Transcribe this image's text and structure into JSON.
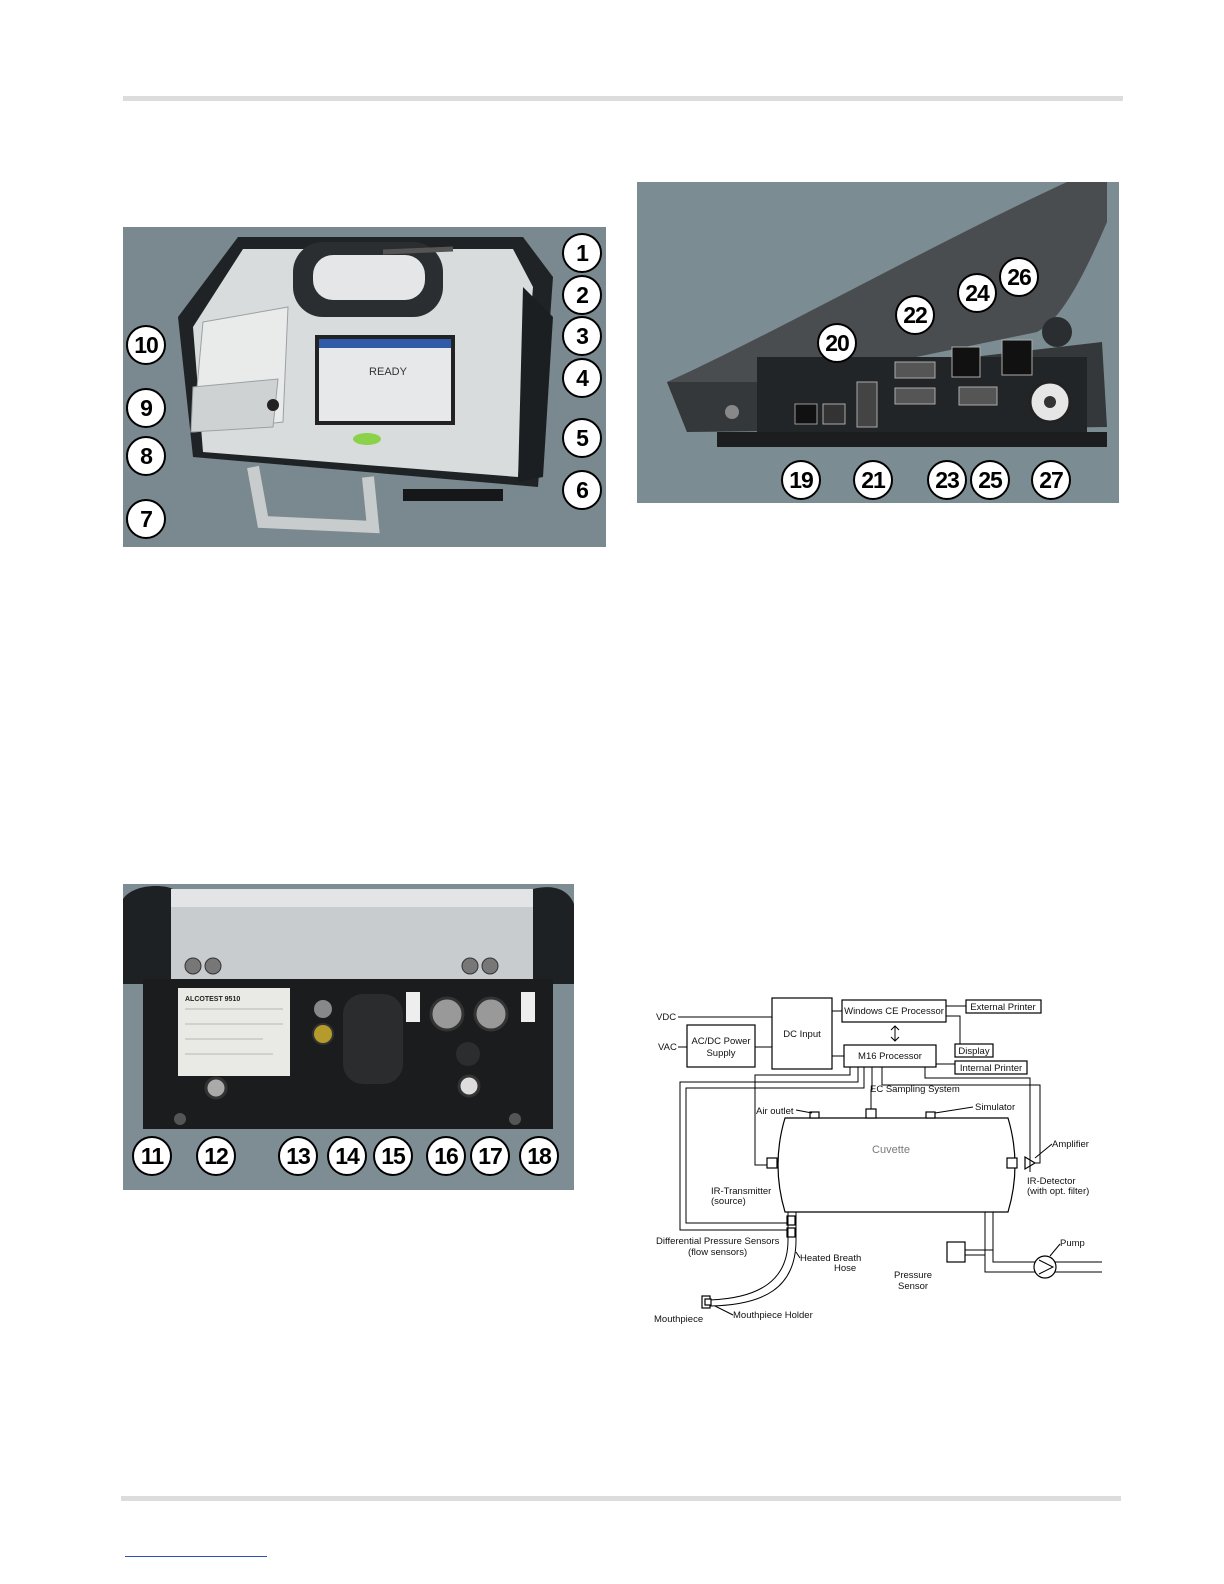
{
  "figures": {
    "front_view": {
      "screen_text": "READY",
      "callouts": [
        "1",
        "2",
        "3",
        "4",
        "5",
        "6",
        "7",
        "8",
        "9",
        "10"
      ]
    },
    "side_view": {
      "callouts": [
        "19",
        "20",
        "21",
        "22",
        "23",
        "24",
        "25",
        "26",
        "27"
      ]
    },
    "rear_view": {
      "label_title": "ALCOTEST 9510",
      "callouts": [
        "11",
        "12",
        "13",
        "14",
        "15",
        "16",
        "17",
        "18"
      ]
    },
    "block_diagram": {
      "labels": {
        "vdc": "VDC",
        "vac": "VAC",
        "acdc_line1": "AC/DC Power",
        "acdc_line2": "Supply",
        "dc_input": "DC Input",
        "wince": "Windows CE Processor",
        "m16": "M16 Processor",
        "external_printer": "External Printer",
        "display": "Display",
        "internal_printer": "Internal Printer",
        "ec_sampling": "EC Sampling System",
        "air_outlet": "Air outlet",
        "simulator": "Simulator",
        "cuvette": "Cuvette",
        "amplifier": "Amplifier",
        "ir_transmitter_line1": "IR-Transmitter",
        "ir_transmitter_line2": "(source)",
        "ir_detector_line1": "IR-Detector",
        "ir_detector_line2": "(with opt. filter)",
        "dps_line1": "Differential Pressure Sensors",
        "dps_line2": "(flow sensors)",
        "heated_line1": "Heated Breath",
        "heated_line2": "Hose",
        "pressure_line1": "Pressure",
        "pressure_line2": "Sensor",
        "pump": "Pump",
        "mouthpiece": "Mouthpiece",
        "mouthpiece_holder": "Mouthpiece Holder"
      }
    }
  }
}
